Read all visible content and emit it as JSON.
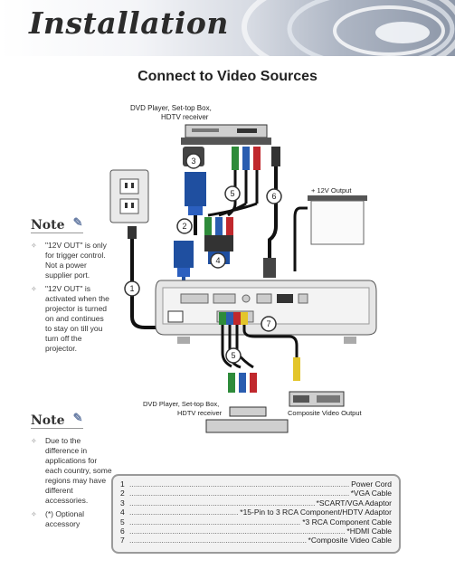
{
  "header": {
    "title": "Installation"
  },
  "page": {
    "heading": "Connect to Video Sources"
  },
  "diagram": {
    "dvd_top_label_1": "DVD Player, Set-top Box,",
    "dvd_top_label_2": "HDTV receiver",
    "dvd_bottom_label_1": "DVD Player, Set-top Box,",
    "dvd_bottom_label_2": "HDTV receiver",
    "trigger_label": "+ 12V Output",
    "composite_label": "Composite Video Output",
    "callouts": [
      "1",
      "2",
      "3",
      "4",
      "5",
      "5",
      "6",
      "7"
    ]
  },
  "note1": {
    "logo": "Note",
    "items": [
      "\"12V OUT\" is only for trigger control. Not a power supplier port.",
      "\"12V OUT\" is activated when the projector is turned on and continues to stay on till you turn off the projector."
    ]
  },
  "note2": {
    "logo": "Note",
    "items": [
      "Due to the difference in applications for each country, some regions may have different accessories.",
      "(*) Optional accessory"
    ]
  },
  "cables": [
    {
      "num": "1",
      "name": "Power Cord"
    },
    {
      "num": "2",
      "name": "*VGA Cable"
    },
    {
      "num": "3",
      "name": "*SCART/VGA Adaptor"
    },
    {
      "num": "4",
      "name": "*15-Pin to 3 RCA Component/HDTV Adaptor"
    },
    {
      "num": "5",
      "name": "*3 RCA Component Cable"
    },
    {
      "num": "6",
      "name": "*HDMI Cable"
    },
    {
      "num": "7",
      "name": "*Composite Video Cable"
    }
  ]
}
